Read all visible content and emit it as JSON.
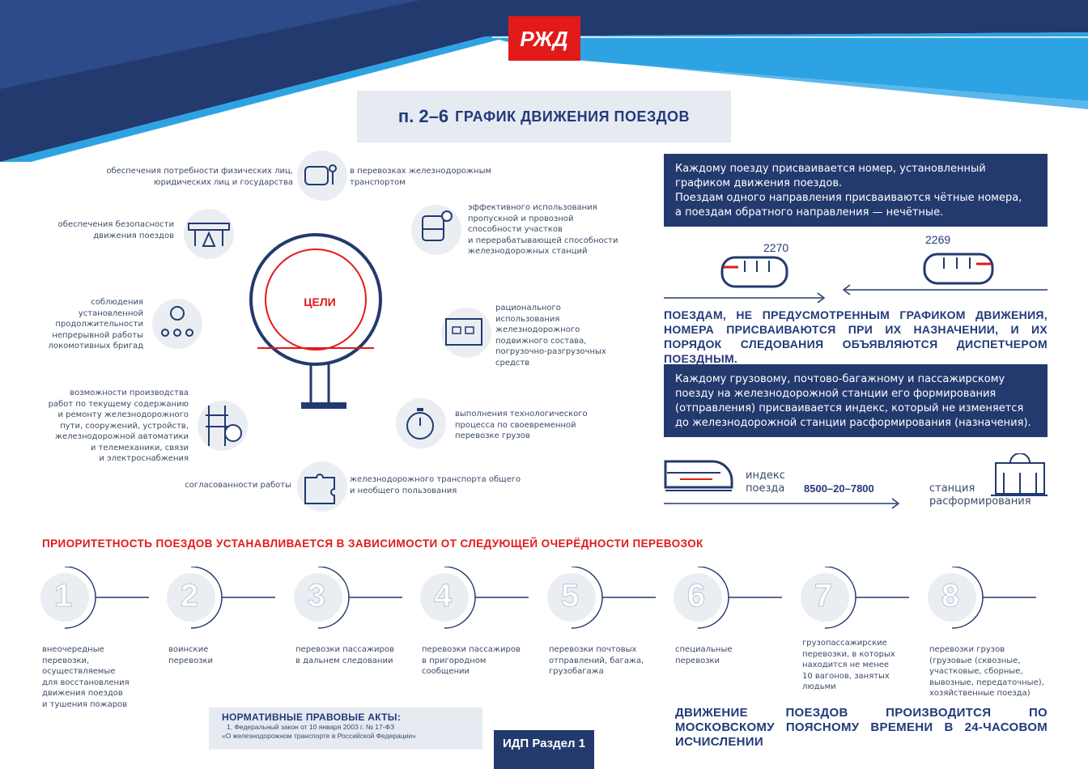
{
  "colors": {
    "navy": "#233a6e",
    "red": "#e21a1a",
    "blue": "#2ea3e3",
    "light": "#e5ebf1"
  },
  "logo": {
    "brand": "РЖД",
    "icon": "rzd-logo"
  },
  "title": {
    "number": "п. 2–6",
    "text": "ГРАФИК ДВИЖЕНИЯ ПОЕЗДОВ"
  },
  "goals": {
    "center_label": "ЦЕЛИ",
    "items": [
      {
        "icon": "train-person-icon",
        "left": "обеспечения потребности физических лиц,\nюридических лиц и государства",
        "right": "в перевозках железнодорожным\nтранспортом"
      },
      {
        "icon": "train-front-clock-icon",
        "right": "эффективного использования\nпропускной и провозной\nспособности участков\nи перерабатывающей способности\nжелезнодорожных станций"
      },
      {
        "icon": "barrier-icon",
        "left": "обеспечения безопасности\nдвижения поездов"
      },
      {
        "icon": "team-clock-icon",
        "left": "соблюдения\nустановленной\nпродолжительности\nнепрерывной работы\nлокомотивных бригад"
      },
      {
        "icon": "wagon-cargo-icon",
        "right": "рационального\nиспользования\nжелезнодорожного\nподвижного состава,\nпогрузочно-разгрузочных\nсредств"
      },
      {
        "icon": "rail-wrench-icon",
        "left": "возможности производства\nработ по текущему содержанию\nи ремонту железнодорожного\nпути, сооружений, устройств,\nжелезнодорожной автоматики\nи телемеханики, связи\nи электроснабжения"
      },
      {
        "icon": "stopwatch-icon",
        "right": "выполнения технологического\nпроцесса по своевременной\nперевозке грузов"
      },
      {
        "icon": "puzzle-icon",
        "left": "согласованности работы",
        "right": "железнодорожного транспорта общего\nи необщего пользования"
      }
    ]
  },
  "numbering": {
    "box_text": "Каждому поезду присваивается номер, установленный\nграфиком движения поездов.\nПоездам одного направления присваиваются чётные номера,\nа поездам обратного направления — нечётные.",
    "train_even": "2270",
    "train_odd": "2269",
    "unscheduled": "ПОЕЗДАМ, НЕ ПРЕДУСМОТРЕННЫМ ГРАФИКОМ ДВИЖЕНИЯ, НОМЕРА ПРИСВАИВАЮТСЯ ПРИ ИХ НАЗНАЧЕНИИ, И ИХ ПОРЯДОК СЛЕДОВАНИЯ ОБЪЯВЛЯЮТСЯ ДИСПЕТЧЕРОМ ПОЕЗДНЫМ."
  },
  "index": {
    "box_text": "Каждому грузовому, почтово-багажному и пассажирскому\nпоезду на железнодорожной станции его формирования\n(отправления) присваивается индекс, который не изменяется\nдо железнодорожной станции расформирования (назначения).",
    "label": "индекс\nпоезда",
    "value": "8500–20–7800",
    "station_label": "станция\nрасформирования"
  },
  "priority": {
    "title": "ПРИОРИТЕТНОСТЬ ПОЕЗДОВ УСТАНАВЛИВАЕТСЯ В ЗАВИСИМОСТИ ОТ СЛЕДУЮЩЕЙ ОЧЕРЁДНОСТИ ПЕРЕВОЗОК",
    "steps": [
      {
        "num": "1",
        "text": "внеочередные\nперевозки,\nосуществляемые\nдля восстановления\nдвижения поездов\nи тушения пожаров"
      },
      {
        "num": "2",
        "text": "воинские\nперевозки"
      },
      {
        "num": "3",
        "text": "перевозки пассажиров\nв дальнем следовании"
      },
      {
        "num": "4",
        "text": "перевозки пассажиров\nв пригородном\nсообщении"
      },
      {
        "num": "5",
        "text": "перевозки почтовых\nотправлений, багажа,\nгрузобагажа"
      },
      {
        "num": "6",
        "text": "специальные\nперевозки"
      },
      {
        "num": "7",
        "text": "грузопассажирские\nперевозки, в которых\nнаходится не менее\n10 вагонов, занятых\nлюдьми"
      },
      {
        "num": "8",
        "text": "перевозки грузов\n(грузовые (сквозные,\nучастковые, сборные,\nвывозные, передаточные),\nхозяйственные поезда)"
      }
    ]
  },
  "acts": {
    "title": "НОРМАТИВНЫЕ ПРАВОВЫЕ АКТЫ:",
    "line1": "1. Федеральный закон от 10 января 2003 г. № 17-ФЗ",
    "line2": "«О железнодорожном транспорте в Российской Федерации»"
  },
  "footer": {
    "section": "ИДП Раздел 1",
    "moscow_time": "ДВИЖЕНИЕ ПОЕЗДОВ ПРОИЗВОДИТСЯ ПО МОСКОВСКОМУ ПОЯСНОМУ ВРЕМЕНИ В 24-ЧАСОВОМ ИСЧИСЛЕНИИ"
  }
}
